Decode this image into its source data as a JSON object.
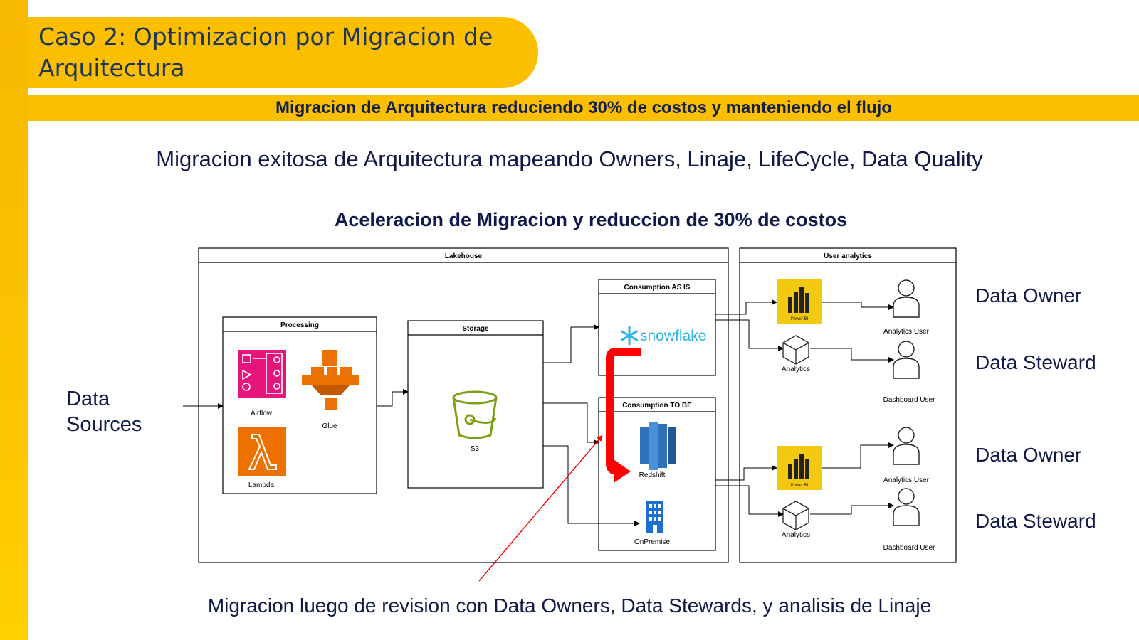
{
  "header": {
    "title": "Caso 2: Optimizacion por Migracion de Arquitectura",
    "subtitle": "Migracion de Arquitectura reduciendo 30% de costos y manteniendo el flujo"
  },
  "intro": "Migracion exitosa de Arquitectura mapeando Owners, Linaje, LifeCycle, Data Quality",
  "diagram": {
    "title": "Aceleracion de Migracion y reduccion de 30% de costos",
    "data_sources": [
      "Data",
      "Sources"
    ],
    "lakehouse": "Lakehouse",
    "user_analytics": "User analytics",
    "processing": "Processing",
    "storage": "Storage",
    "consumption_as_is": "Consumption AS IS",
    "consumption_to_be": "Consumption TO BE",
    "airflow": "Airflow",
    "glue": "Glue",
    "lambda": "Lambda",
    "s3": "S3",
    "snowflake": "snowflake",
    "redshift": "Redshift",
    "onpremise": "OnPremise",
    "power_bi": "Power BI",
    "analytics": "Analytics",
    "analytics_user": "Analytics User",
    "dashboard_user": "Dashboard User"
  },
  "roles": {
    "owner_1": "Data Owner",
    "steward_1": "Data Steward",
    "owner_2": "Data Owner",
    "steward_2": "Data Steward"
  },
  "footer": "Migracion luego de revision con Data Owners, Data Stewards, y analisis de Linaje",
  "colors": {
    "accent_yellow": "#fbbf00",
    "navy_text": "#0f1a4a",
    "airflow_pink": "#e7157b",
    "aws_orange": "#ed7100",
    "s3_green": "#7aa116",
    "snowflake_blue": "#29b5e8",
    "redshift_blue": "#2e73b8",
    "powerbi_yellow": "#f2c811",
    "migration_red": "#ff0000"
  },
  "icons": [
    "airflow-icon",
    "glue-icon",
    "lambda-icon",
    "s3-icon",
    "snowflake-icon",
    "redshift-icon",
    "building-icon",
    "power-bi-icon",
    "analytics-cube-icon",
    "user-icon"
  ]
}
